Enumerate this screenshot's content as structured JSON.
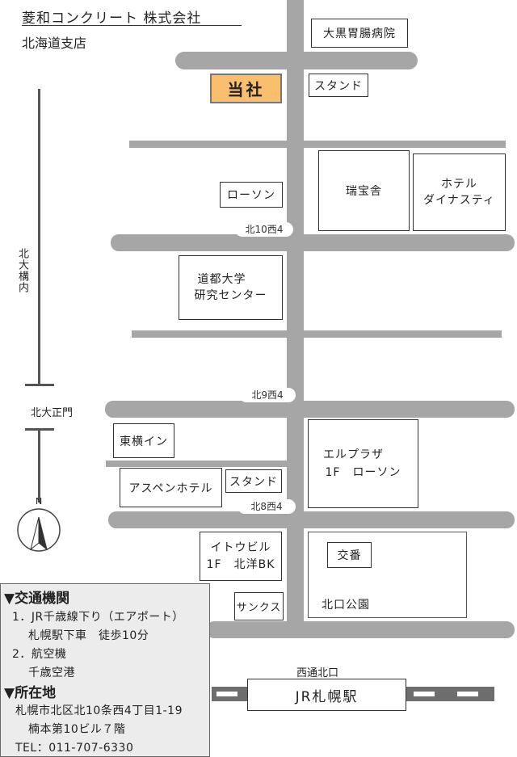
{
  "header": {
    "company": "菱和コンクリート 株式会社",
    "branch": "北海道支店"
  },
  "vertical_labels": {
    "line_name": "北大構内",
    "gate": "北大正門"
  },
  "compass": {
    "label": "N",
    "icon": "north-arrow-icon"
  },
  "intersections": {
    "kita10": "北10西4",
    "kita9": "北9西4",
    "kita8": "北8西4"
  },
  "landmarks": {
    "company_here": "当社",
    "hospital": "大黒胃腸病院",
    "stand_north": "スタンド",
    "lawson_north": "ローソン",
    "zuihosha": "瑞宝舎",
    "hotel_dynasty": [
      "ホテル",
      "ダイナスティ"
    ],
    "doto_univ": [
      "道都大学",
      "研究センター"
    ],
    "toyoko_inn": "東横イン",
    "elplaza": [
      "エルプラザ",
      "1F　ローソン"
    ],
    "aspen_hotel": "アスペンホテル",
    "stand_south": "スタンド",
    "ito_bldg": [
      "イトウビル",
      "1F　北洋BK"
    ],
    "koban": "交番",
    "kitaguchi_park": "北口公園",
    "sunkus": "サンクス"
  },
  "station": {
    "name": "JR札幌駅",
    "exit": "西通北口"
  },
  "colors": {
    "highlight": "#f9be6e",
    "road": "#a6a6a6",
    "rail": "#6d6d6d",
    "panel": "#ececec"
  },
  "access": {
    "transport_heading": "▼交通機関",
    "route1_title": "1．JR千歳線下り（エアポート）",
    "route1_detail": "札幌駅下車　徒歩10分",
    "route2_title": "2．航空機",
    "route2_detail": "千歳空港",
    "address_heading": "▼所在地",
    "address_line1": "札幌市北区北10条西4丁目1-19",
    "address_line2": "楠本第10ビル７階",
    "tel": "TEL：011-707-6330"
  }
}
